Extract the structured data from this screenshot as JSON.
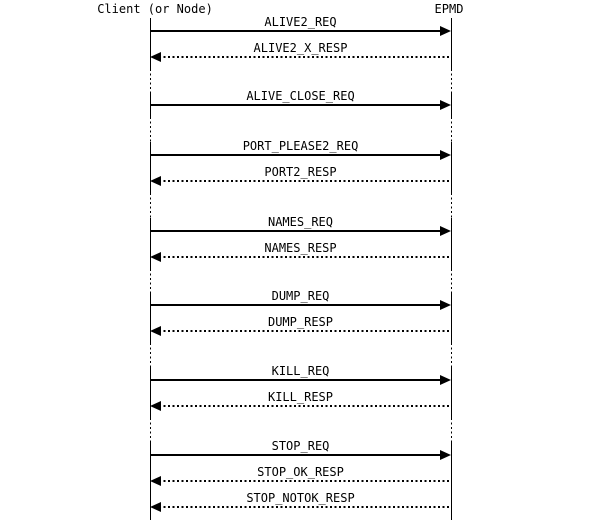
{
  "diagram": {
    "type": "sequence-diagram",
    "left_actor": "Client (or Node)",
    "right_actor": "EPMD",
    "colors": {
      "foreground": "#000000",
      "background": "#ffffff"
    },
    "messages": [
      {
        "label": "ALIVE2_REQ",
        "from": "client",
        "to": "epmd",
        "direction": "right",
        "line": "solid"
      },
      {
        "label": "ALIVE2_X_RESP",
        "from": "epmd",
        "to": "client",
        "direction": "left",
        "line": "dotted"
      },
      {
        "label": "ALIVE_CLOSE_REQ",
        "from": "client",
        "to": "epmd",
        "direction": "right",
        "line": "solid"
      },
      {
        "label": "PORT_PLEASE2_REQ",
        "from": "client",
        "to": "epmd",
        "direction": "right",
        "line": "solid"
      },
      {
        "label": "PORT2_RESP",
        "from": "epmd",
        "to": "client",
        "direction": "left",
        "line": "dotted"
      },
      {
        "label": "NAMES_REQ",
        "from": "client",
        "to": "epmd",
        "direction": "right",
        "line": "solid"
      },
      {
        "label": "NAMES_RESP",
        "from": "epmd",
        "to": "client",
        "direction": "left",
        "line": "dotted"
      },
      {
        "label": "DUMP_REQ",
        "from": "client",
        "to": "epmd",
        "direction": "right",
        "line": "solid"
      },
      {
        "label": "DUMP_RESP",
        "from": "epmd",
        "to": "client",
        "direction": "left",
        "line": "dotted"
      },
      {
        "label": "KILL_REQ",
        "from": "client",
        "to": "epmd",
        "direction": "right",
        "line": "solid"
      },
      {
        "label": "KILL_RESP",
        "from": "epmd",
        "to": "client",
        "direction": "left",
        "line": "dotted"
      },
      {
        "label": "STOP_REQ",
        "from": "client",
        "to": "epmd",
        "direction": "right",
        "line": "solid"
      },
      {
        "label": "STOP_OK_RESP",
        "from": "epmd",
        "to": "client",
        "direction": "left",
        "line": "dotted"
      },
      {
        "label": "STOP_NOTOK_RESP",
        "from": "epmd",
        "to": "client",
        "direction": "left",
        "line": "dotted"
      }
    ]
  }
}
